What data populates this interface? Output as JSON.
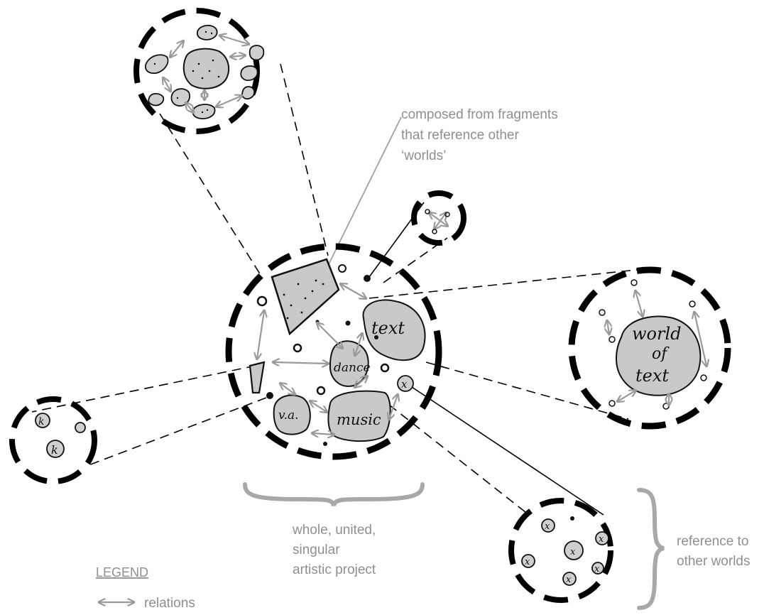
{
  "annotations": {
    "fragments_line1": "composed  from fragments",
    "fragments_line2": "that reference other",
    "fragments_line3": "‘worlds’",
    "whole_line1": "whole, united,",
    "whole_line2": "singular",
    "whole_line3": "artistic project",
    "reference_line1": "reference to",
    "reference_line2": "other worlds"
  },
  "legend": {
    "title": "LEGEND",
    "relations_label": "relations"
  },
  "blob_labels": {
    "text": "text",
    "dance": "dance",
    "music": "music",
    "va": "v.a.",
    "world_of_text_1": "world",
    "world_of_text_2": "of",
    "world_of_text_3": "text"
  },
  "colors": {
    "fill_gray": "#c9c9c9",
    "annotation_gray": "#8f8f8f",
    "arrow_gray": "#9a9a9a"
  }
}
